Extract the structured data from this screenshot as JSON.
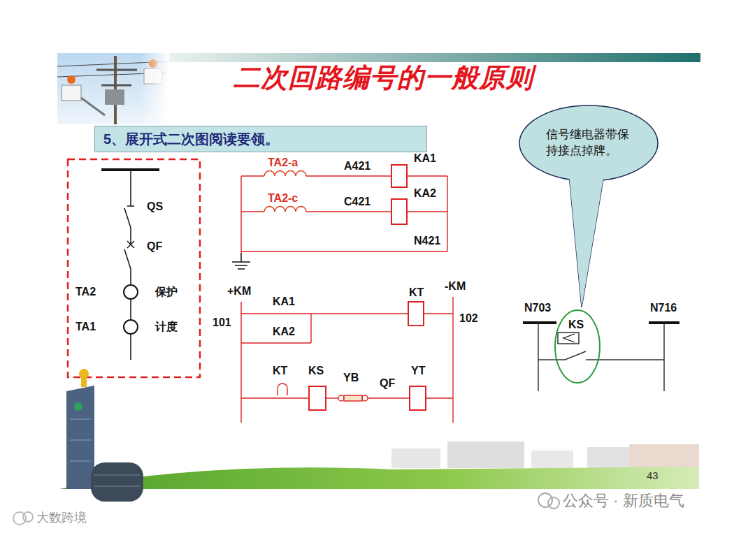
{
  "diagram": {
    "title": "二次回路编号的一般原则",
    "nodes": [
      {
        "text": [
          "5、展开式二次图阅读要领。"
        ]
      },
      {
        "text": [
          "信号继电器带保持接点掉牌。"
        ]
      }
    ],
    "labels": [
      "QS",
      "QF",
      "TA2",
      "保护",
      "TA1",
      "计度",
      "TA2-a",
      "A421",
      "KA1",
      "TA2-c",
      "C421",
      "KA2",
      "N421",
      "+KM",
      "KA1",
      "KT",
      "-KM",
      "101",
      "102",
      "KA2",
      "KT",
      "KS",
      "YB",
      "QF",
      "YT",
      "N703",
      "N716",
      "KS",
      "43",
      "公众号 · 新质电气",
      "大数跨境"
    ]
  }
}
